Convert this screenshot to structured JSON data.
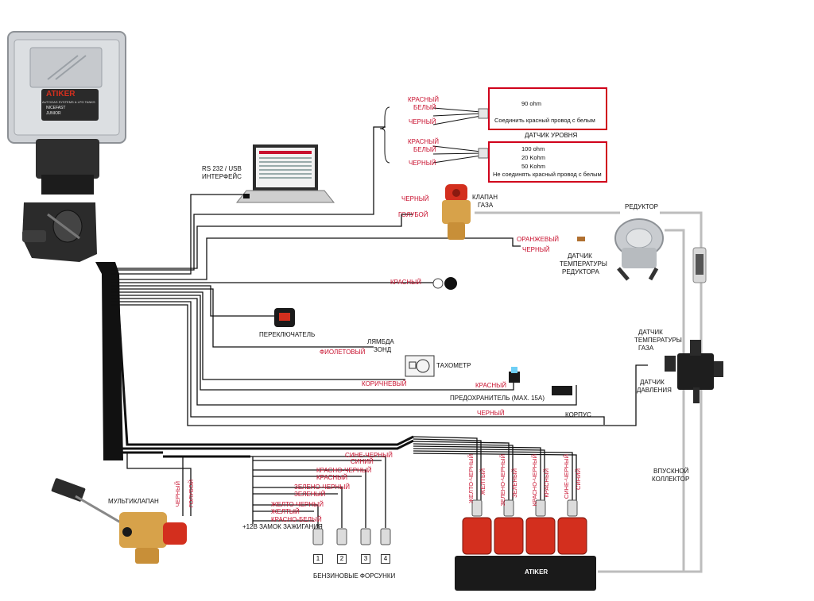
{
  "ecu": {
    "brand": "ATIKER",
    "subtitle": "AUTOGAS SYSTEMS & LPG TANKS",
    "model_line1": "NICEFAST",
    "model_line2": "JUNIOR"
  },
  "interface": {
    "line1": "RS 232 / USB",
    "line2": "ИНТЕРФЕЙС"
  },
  "level_sensor_1": {
    "wire_red": "КРАСНЫЙ",
    "wire_white": "БЕЛЫЙ",
    "wire_black": "ЧЕРНЫЙ",
    "value": "90 ohm",
    "note": "Соединить красный провод с белым",
    "caption": "ДАТЧИК УРОВНЯ"
  },
  "level_sensor_2": {
    "wire_red": "КРАСНЫЙ",
    "wire_white": "БЕЛЫЙ",
    "wire_black": "ЧЕРНЫЙ",
    "value1": "100 ohm",
    "value2": "20 Kohm",
    "value3": "50 Kohm",
    "note": "Не соединять красный провод с белым"
  },
  "gas_valve": {
    "wire_black": "ЧЕРНЫЙ",
    "wire_blue": "ГОЛУБОЙ",
    "line1": "КЛАПАН",
    "line2": "ГАЗА"
  },
  "reducer": {
    "caption": "РЕДУКТОР",
    "wire_orange": "ОРАНЖЕВЫЙ",
    "wire_black": "ЧЕРНЫЙ",
    "temp_line1": "ДАТЧИК",
    "temp_line2": "ТЕМПЕРАТУРЫ",
    "temp_line3": "РЕДУКТОРА"
  },
  "red_wire": {
    "label": "КРАСНЫЙ"
  },
  "switch": {
    "caption": "ПЕРЕКЛЮЧАТЕЛЬ"
  },
  "lambda": {
    "line1": "ЛЯМБДА",
    "line2": "ЗОНД",
    "wire": "ФИОЛЕТОВЫЙ"
  },
  "tacho": {
    "caption": "ТАХОМЕТР",
    "wire": "КОРИЧНЕВЫЙ"
  },
  "fuse": {
    "wire": "КРАСНЫЙ",
    "caption": "ПРЕДОХРАНИТЕЛЬ (MAX. 15A)"
  },
  "ground": {
    "wire": "ЧЕРНЫЙ",
    "caption": "КОРПУС"
  },
  "gas_temp": {
    "line1": "ДАТЧИК",
    "line2": "ТЕМПЕРАТУРЫ",
    "line3": "ГАЗА"
  },
  "pressure": {
    "line1": "ДАТЧИК",
    "line2": "ДАВЛЕНИЯ"
  },
  "intake": {
    "line1": "ВПУСКНОЙ",
    "line2": "КОЛЛЕКТОР"
  },
  "multivalve": {
    "caption": "МУЛЬТИКЛАПАН",
    "wire_black": "ЧЕРНЫЙ",
    "wire_blue": "ГОЛУБОЙ"
  },
  "petrol_wires": {
    "w1": "СИНЕ-ЧЕРНЫЙ",
    "w2": "СИНИЙ",
    "w3": "КРАСНО-ЧЕРНЫЙ",
    "w4": "КРАСНЫЙ",
    "w5": "ЗЕЛЕНО-ЧЕРНЫЙ",
    "w6": "ЗЕЛЕНЫЙ",
    "w7": "ЖЕЛТО-ЧЕРНЫЙ",
    "w8": "ЖЕЛТЫЙ",
    "w9": "КРАСНО-БЕЛЫЙ",
    "w10": "+12В ЗАМОК ЗАЖИГАНИЯ"
  },
  "petrol_injectors": {
    "n1": "1",
    "n2": "2",
    "n3": "3",
    "n4": "4",
    "caption": "БЕНЗИНОВЫЕ ФОРСУНКИ"
  },
  "gas_injector_wires": {
    "w1": "ЖЕЛТО-ЧЕРНЫЙ",
    "w2": "ЖЕЛТЫЙ",
    "w3": "ЗЕЛЕНО-ЧЕРНЫЙ",
    "w4": "ЗЕЛЕНЫЙ",
    "w5": "КРАСНО-ЧЕРНЫЙ",
    "w6": "КРАСНЫЙ",
    "w7": "СИНЕ-ЧЕРНЫЙ",
    "w8": "СИНИЙ"
  },
  "rail": {
    "brand": "ATIKER"
  },
  "colors": {
    "label_red": "#c8102e",
    "wire": "#111111",
    "box_border": "#d0021b",
    "injector_red": "#d32f1e"
  }
}
